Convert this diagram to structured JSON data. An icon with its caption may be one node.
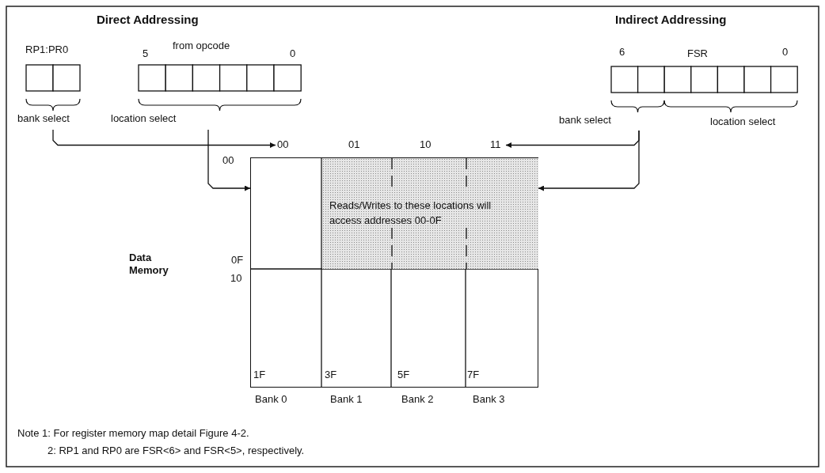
{
  "diagram": {
    "nodes": [
      {
        "text": [
          "RP1:PR0"
        ],
        "beside": [
          "bank select"
        ]
      },
      {
        "text": [
          "5",
          "from opcode",
          "0"
        ],
        "beside": [
          "location select"
        ]
      },
      {
        "text": [
          "6",
          "FSR",
          "0"
        ],
        "beside": [
          "bank select",
          "location select"
        ]
      },
      {
        "text": [
          "00"
        ]
      },
      {
        "text": [
          "11"
        ]
      },
      {
        "text": [],
        "shape": "box"
      },
      {
        "text": [
          "Reads/Writes to these locations will access addresses 00-0F"
        ],
        "in": 5
      }
    ],
    "edges": [
      {
        "from": 0,
        "to": 3,
        "arrow": "to"
      },
      {
        "from": 1,
        "to": 5,
        "arrow": "to"
      },
      {
        "from": 2,
        "to": 4,
        "arrow": "to"
      },
      {
        "from": 2,
        "to": 5,
        "arrow": "to"
      }
    ],
    "labels": [
      "Direct Addressing",
      "Indirect Addressing",
      "01",
      "10",
      "00",
      "Data Memory",
      "0F",
      "10",
      "1F",
      "3F",
      "5F",
      "7F",
      "Bank 0",
      "Bank 1",
      "Bank 2",
      "Bank 3",
      "Note 1: For register memory map detail Figure 4-2.",
      "2: RP1 and RP0 are FSR<6> and FSR<5>, respectively."
    ]
  }
}
